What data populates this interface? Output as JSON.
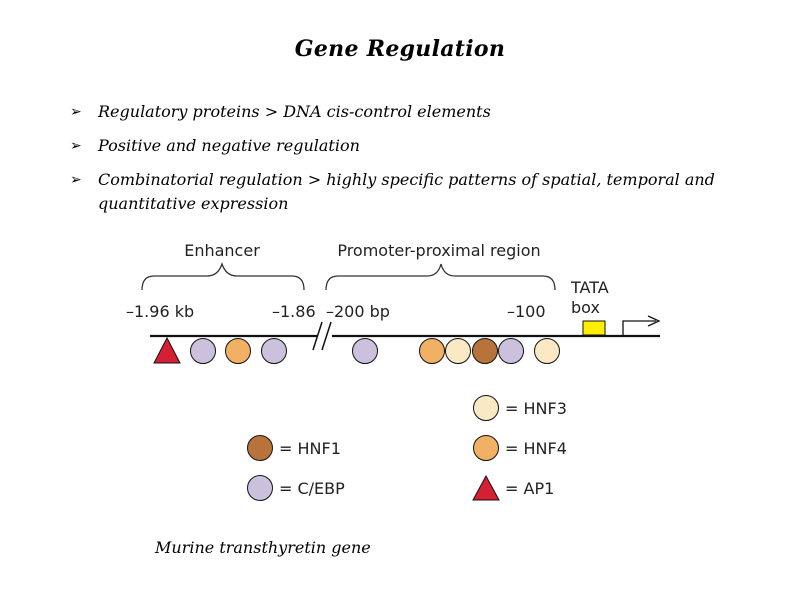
{
  "slide": {
    "title": "Gene Regulation",
    "bullets": [
      "Regulatory proteins > DNA cis-control elements",
      "Positive and negative regulation",
      "Combinatorial regulation > highly specific patterns of spatial, temporal and quantitative expression"
    ],
    "bullet_marker": "➢",
    "caption": "Murine transthyretin gene"
  },
  "diagram": {
    "enhancer_label": "Enhancer",
    "promoter_label": "Promoter-proximal region",
    "tata_label_line1": "TATA",
    "tata_label_line2": "box",
    "pos_196kb": "–1.96 kb",
    "pos_186": "–1.86",
    "pos_200bp": "–200 bp",
    "pos_100": "–100",
    "legend": {
      "hnf3": "= HNF3",
      "hnf1": "= HNF1",
      "hnf4": "= HNF4",
      "cebp": "= C/EBP",
      "ap1": "= AP1"
    },
    "colors": {
      "HNF1": "#b8733a",
      "HNF3": "#fbe8c4",
      "HNF4": "#f2b064",
      "C/EBP": "#cbc1dc",
      "AP1": "#d41f35",
      "TATA": "#ffee00"
    }
  }
}
